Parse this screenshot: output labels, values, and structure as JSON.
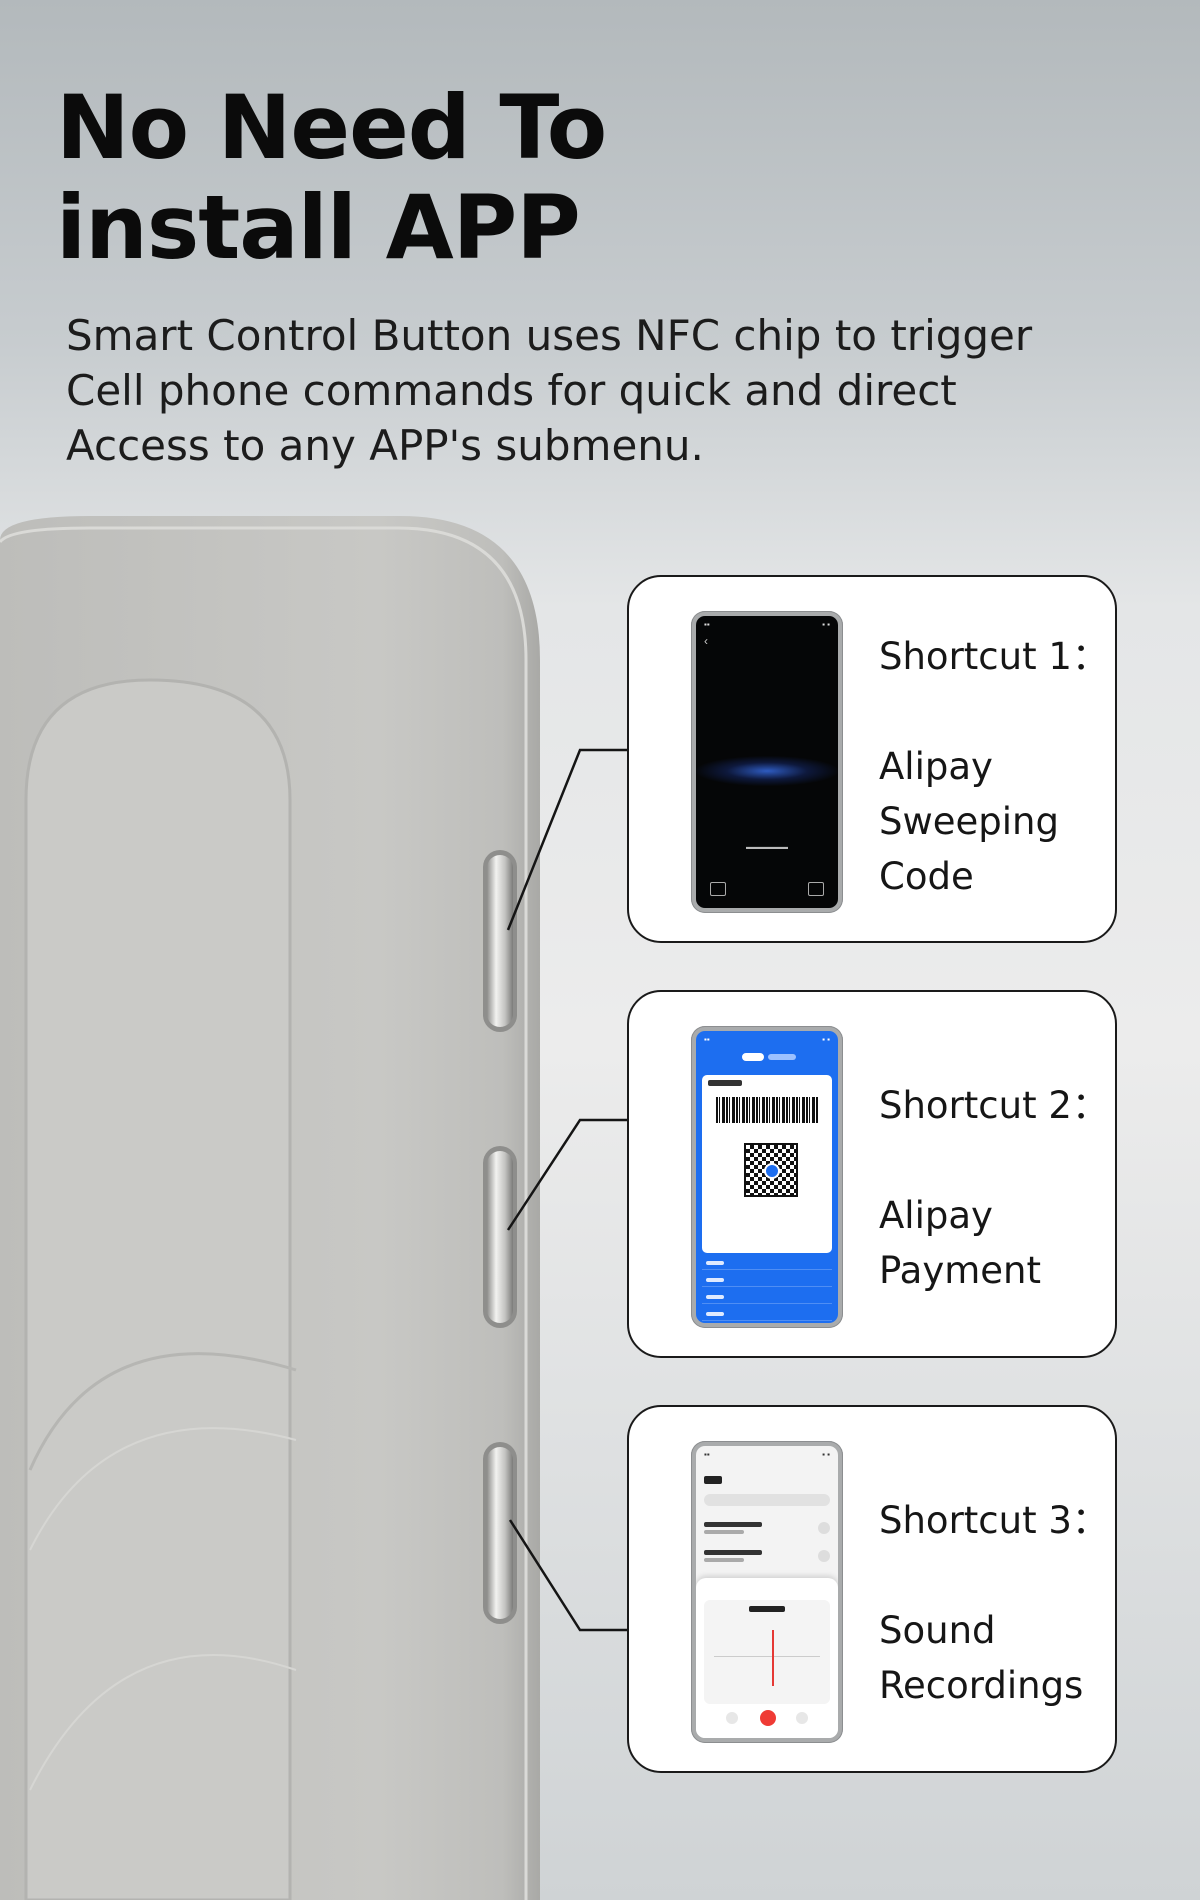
{
  "headline": {
    "line1": "No Need To",
    "line2": "install APP"
  },
  "description": {
    "line1": "Smart Control Button uses NFC chip to trigger",
    "line2": "Cell phone commands for quick and direct",
    "line3": "Access to any APP's submenu."
  },
  "shortcuts": [
    {
      "title": "Shortcut 1：",
      "desc_lines": [
        "Alipay",
        "Sweeping",
        "Code"
      ],
      "screen": "scan-screen"
    },
    {
      "title": "Shortcut 2：",
      "desc_lines": [
        "Alipay",
        "Payment"
      ],
      "screen": "payment-screen"
    },
    {
      "title": "Shortcut 3：",
      "desc_lines": [
        "Sound",
        "Recordings"
      ],
      "screen": "recordings-screen"
    }
  ],
  "colors": {
    "product_body": "#c9c9c6",
    "payment_blue": "#1d6ef0",
    "record_red": "#ef3b35"
  },
  "icons": [
    "nfc-button-icon",
    "connector-line"
  ]
}
